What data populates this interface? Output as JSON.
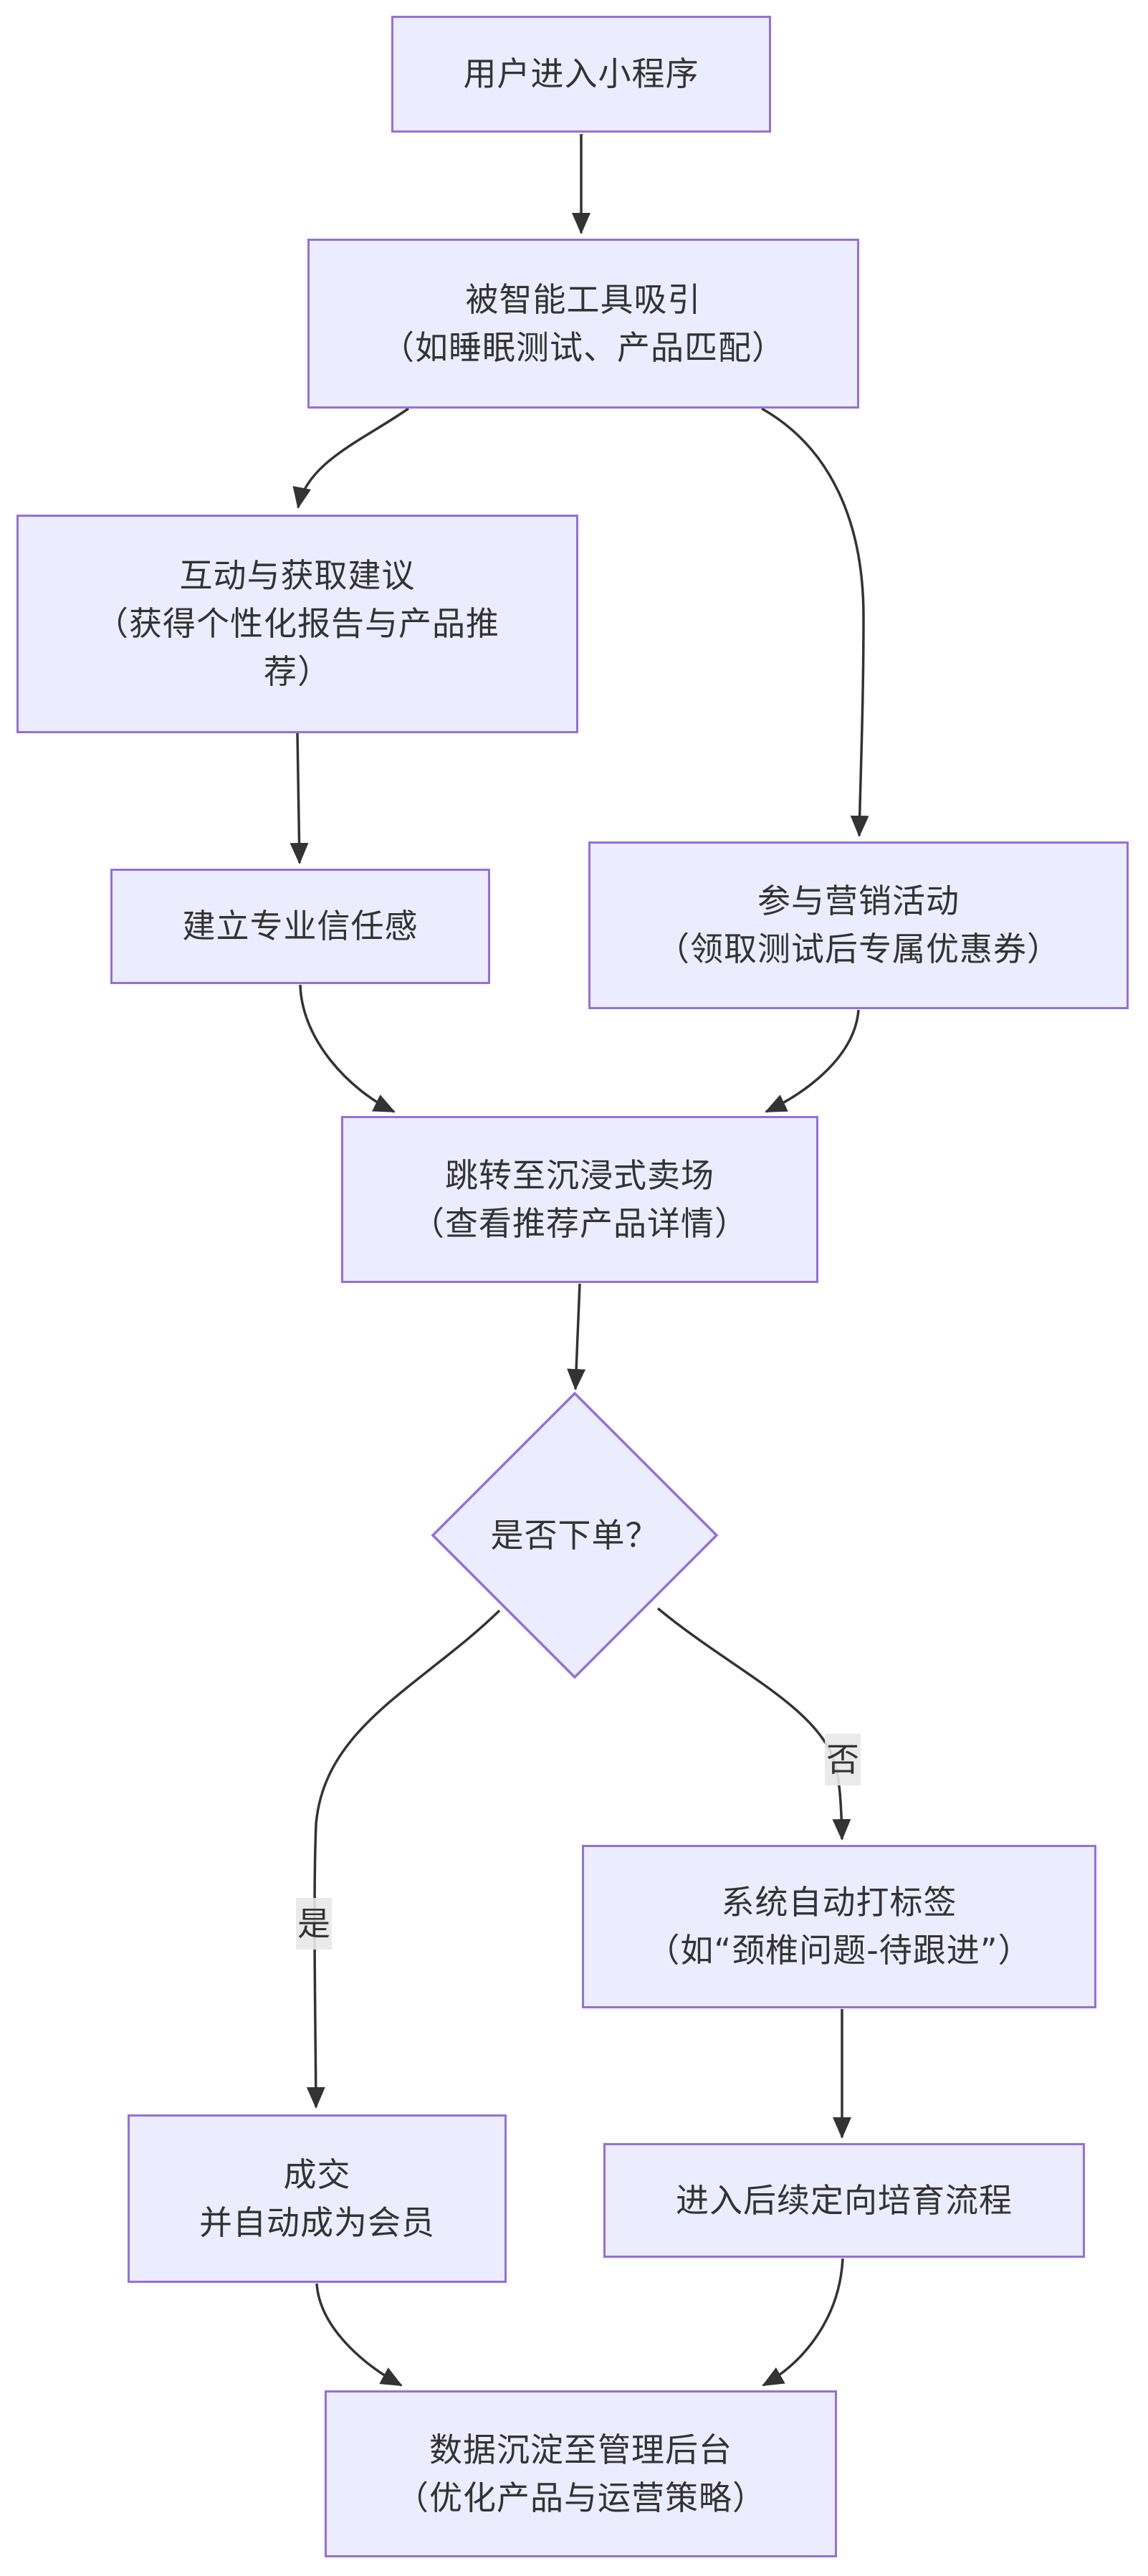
{
  "diagram": {
    "colors": {
      "node-fill": "#ECECFF",
      "node-border": "#9370DB",
      "text-color": "#333333",
      "edge-color": "#333333",
      "page-bg": "#ffffff"
    },
    "nodes": [
      {
        "id": "start",
        "shape": "rect",
        "label": "用户进入小程序"
      },
      {
        "id": "tools",
        "shape": "rect",
        "label": "被智能工具吸引\n（如睡眠测试、产品匹配）"
      },
      {
        "id": "advice",
        "shape": "rect",
        "label": "互动与获取建议\n（获得个性化报告与产品推\n荐）"
      },
      {
        "id": "trust",
        "shape": "rect",
        "label": "建立专业信任感"
      },
      {
        "id": "market",
        "shape": "rect",
        "label": "参与营销活动\n（领取测试后专属优惠券）"
      },
      {
        "id": "store",
        "shape": "rect",
        "label": "跳转至沉浸式卖场\n（查看推荐产品详情）"
      },
      {
        "id": "decide",
        "shape": "diamond",
        "label": "是否下单？"
      },
      {
        "id": "tagging",
        "shape": "rect",
        "label": "系统自动打标签\n（如“颈椎问题-待跟进”）"
      },
      {
        "id": "deal",
        "shape": "rect",
        "label": "成交\n并自动成为会员"
      },
      {
        "id": "nurture",
        "shape": "rect",
        "label": "进入后续定向培育流程"
      },
      {
        "id": "backend",
        "shape": "rect",
        "label": "数据沉淀至管理后台\n（优化产品与运营策略）"
      }
    ],
    "edge_labels": [
      {
        "id": "yes",
        "text": "是"
      },
      {
        "id": "no",
        "text": "否"
      }
    ]
  }
}
